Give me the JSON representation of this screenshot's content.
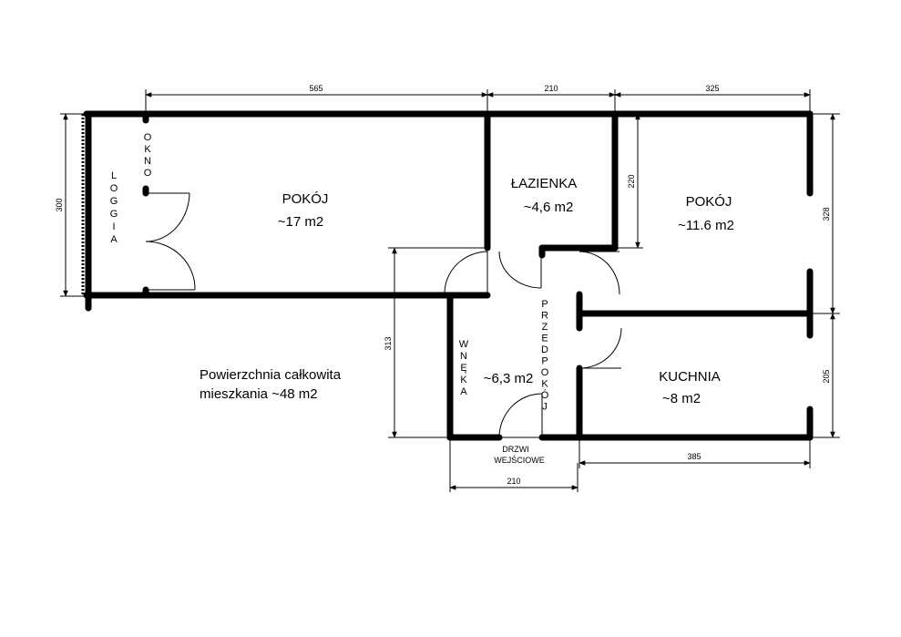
{
  "rooms": {
    "pokoj_large": {
      "name": "POKÓJ",
      "area": "~17 m2"
    },
    "lazienka": {
      "name": "ŁAZIENKA",
      "area": "~4,6 m2"
    },
    "pokoj_small": {
      "name": "POKÓJ",
      "area": "~11.6 m2"
    },
    "kuchnia": {
      "name": "KUCHNIA",
      "area": "~8 m2"
    },
    "przedpokoj": {
      "name": "PRZEDPOKÓJ",
      "area": "~6,3 m2"
    }
  },
  "labels": {
    "okno": "OKNO",
    "loggia": "LOGGIA",
    "wneka": "WNĘKA",
    "door_line1": "DRZWI",
    "door_line2": "WEJŚCIOWE",
    "total_line1": "Powierzchnia całkowita",
    "total_line2": "mieszkania ~48 m2"
  },
  "dimensions": {
    "top_pokoj": "565",
    "top_lazienka": "210",
    "top_pokoj_small": "325",
    "left_loggia": "300",
    "lazienka_height": "220",
    "right_pokoj_small": "328",
    "hall_height": "313",
    "right_kuchnia": "205",
    "kuchnia_bottom": "385",
    "entrance_bottom": "210"
  }
}
